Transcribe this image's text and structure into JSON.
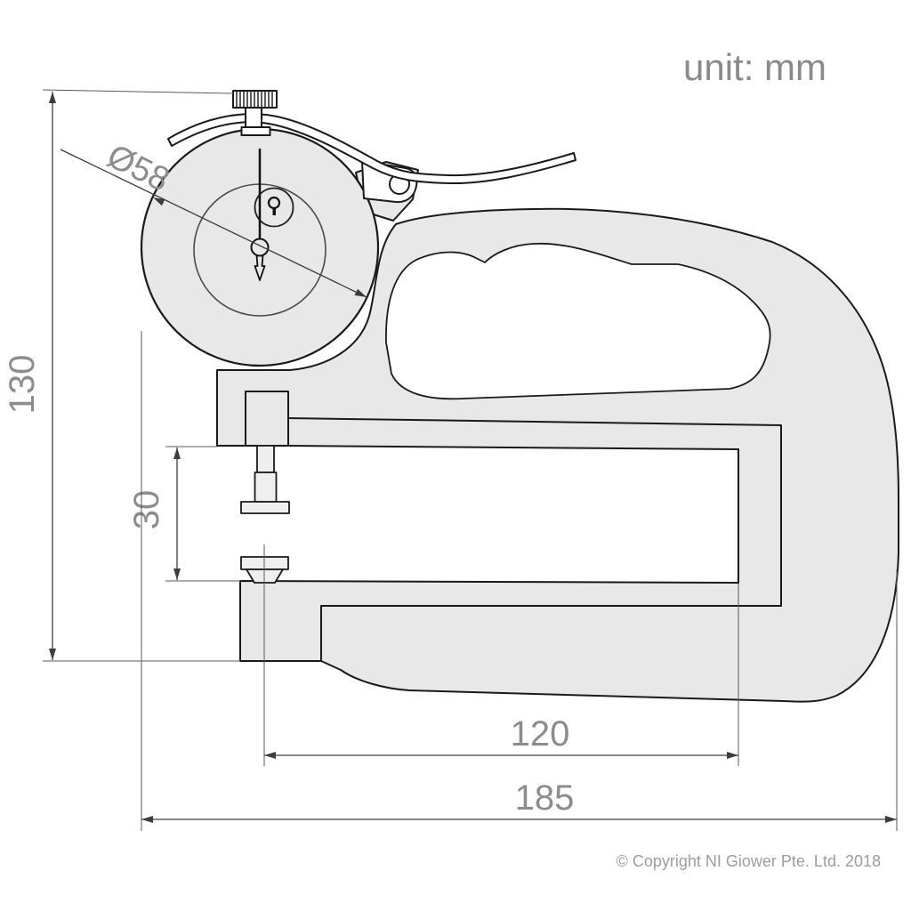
{
  "unit_label": "unit: mm",
  "dimensions": {
    "dial_diameter": "Ø58",
    "overall_height": "130",
    "throat_opening": "30",
    "throat_depth": "120",
    "overall_length": "185"
  },
  "copyright": "© Copyright NI Giower Pte. Ltd. 2018",
  "colors": {
    "body_fill": "#e8e8e8",
    "outline": "#1a1a1a",
    "dimension_text": "#8c8c8c",
    "dimension_line": "#3d3d3d",
    "copyright_text": "#9c9c9c",
    "background": "#ffffff"
  },
  "subject": "dial thickness gauge technical drawing"
}
